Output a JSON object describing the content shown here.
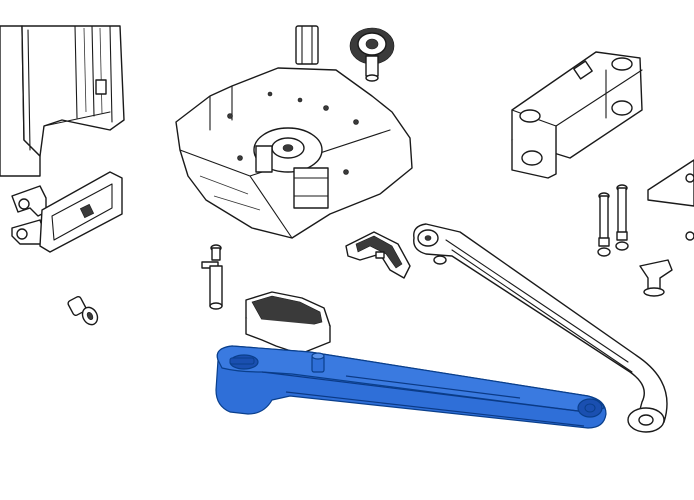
{
  "highlight_color": "#2f6fd8",
  "highlight_dark": "#1a4fb0",
  "line_color": "#1a1a1a",
  "parts": [
    "gearmotor-cover",
    "cover-bracket",
    "pin",
    "motor-shaft",
    "drive-gear",
    "gearbox-base",
    "gate-bracket",
    "bolt",
    "wing-nut",
    "sliding-arm",
    "limit-stop-cam",
    "release-cam",
    "dowel-pin",
    "transmission-arm"
  ],
  "highlighted_part": "transmission-arm"
}
